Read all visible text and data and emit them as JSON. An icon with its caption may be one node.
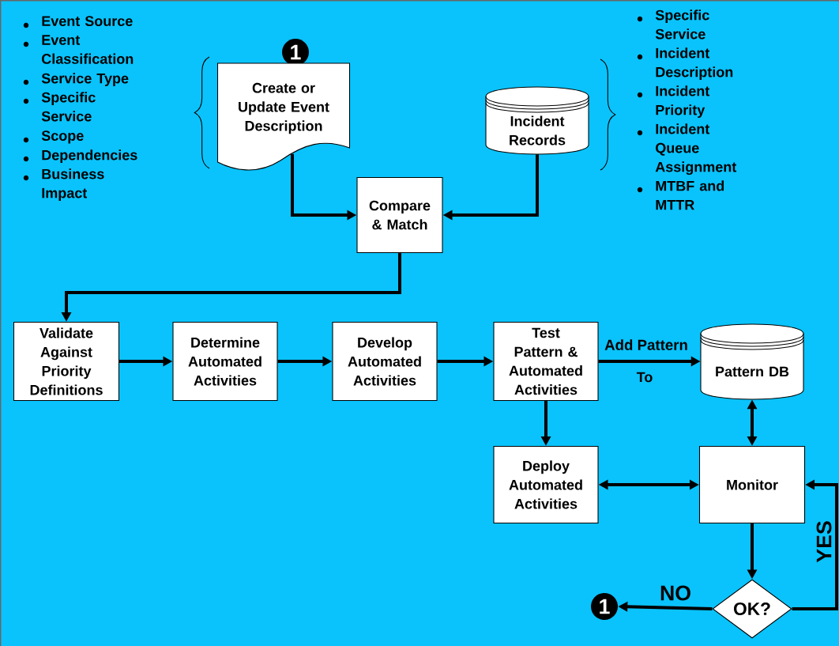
{
  "diagram": {
    "nodes": [
      {
        "text": [
          "1"
        ]
      },
      {
        "text": [
          "Create or Update Event Description"
        ]
      },
      {
        "text": [
          "Incident Records"
        ]
      },
      {
        "text": [
          "Compare & Match"
        ]
      },
      {
        "text": [
          "Validate Against Priority Definitions"
        ]
      },
      {
        "text": [
          "Determine Automated Activities"
        ]
      },
      {
        "text": [
          "Develop Automated Activities"
        ]
      },
      {
        "text": [
          "Test Pattern & Automated Activities"
        ]
      },
      {
        "text": [
          "Pattern DB"
        ]
      },
      {
        "text": [
          "Deploy Automated Activities"
        ]
      },
      {
        "text": [
          "Monitor"
        ]
      },
      {
        "text": [
          "OK?"
        ]
      },
      {
        "text": [
          "1"
        ]
      }
    ],
    "edges": [
      {
        "from": 1,
        "to": 3,
        "arrow": "to"
      },
      {
        "from": 2,
        "to": 3,
        "arrow": "to"
      },
      {
        "from": 3,
        "to": 4,
        "arrow": "to"
      },
      {
        "from": 4,
        "to": 5,
        "arrow": "to"
      },
      {
        "from": 5,
        "to": 6,
        "arrow": "to"
      },
      {
        "from": 6,
        "to": 7,
        "arrow": "to"
      },
      {
        "from": 7,
        "to": 8,
        "arrow": "to",
        "label": "Add Pattern"
      },
      {
        "from": 7,
        "to": 9,
        "arrow": "to"
      },
      {
        "from": 8,
        "to": 10,
        "arrow": "both"
      },
      {
        "from": 9,
        "to": 10,
        "arrow": "both"
      },
      {
        "from": 10,
        "to": 11,
        "arrow": "to"
      },
      {
        "from": 11,
        "to": 12,
        "arrow": "to",
        "label": "NO"
      },
      {
        "from": 11,
        "to": 10,
        "arrow": "to",
        "label": "YES"
      }
    ],
    "labels": [
      "Event Source",
      "Event Classification",
      "Service Type",
      "Specific Service",
      "Scope",
      "Dependencies",
      "Business Impact",
      "Specific Service",
      "Incident Description",
      "Incident Priority",
      "Incident Queue Assignment",
      "MTBF and MTTR",
      "To"
    ]
  }
}
